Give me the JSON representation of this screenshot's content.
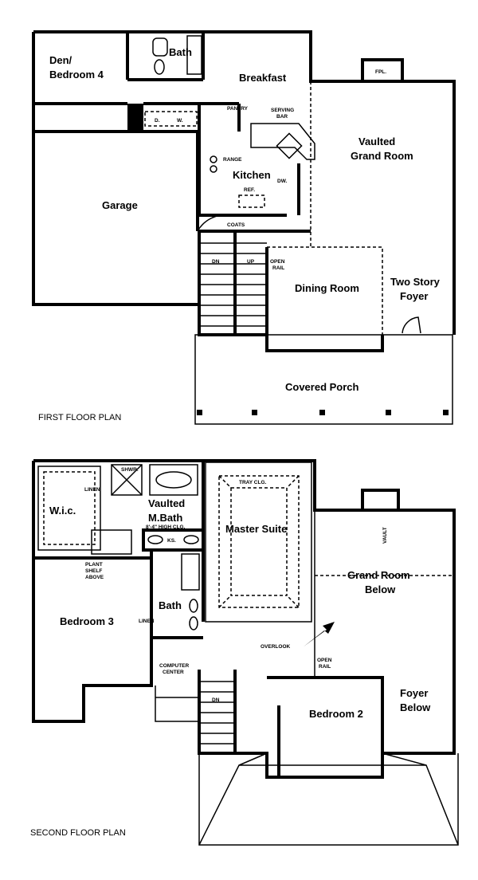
{
  "first_floor": {
    "title": "FIRST FLOOR PLAN",
    "rooms": {
      "den_line1": "Den/",
      "den_line2": "Bedroom 4",
      "bath": "Bath",
      "breakfast": "Breakfast",
      "grand_line1": "Vaulted",
      "grand_line2": "Grand Room",
      "kitchen": "Kitchen",
      "garage": "Garage",
      "dining": "Dining Room",
      "foyer_line1": "Two Story",
      "foyer_line2": "Foyer",
      "porch": "Covered Porch"
    },
    "notes": {
      "fireplace": "FPL.",
      "pantry": "PANTRY",
      "serving_line1": "SERVING",
      "serving_line2": "BAR",
      "range": "RANGE",
      "dw": "DW.",
      "ref": "REF.",
      "coats": "COATS",
      "dryer": "D.",
      "washer": "W.",
      "open_rail_line1": "OPEN",
      "open_rail_line2": "RAIL",
      "stair_dn": "DN",
      "stair_up": "UP"
    }
  },
  "second_floor": {
    "title": "SECOND FLOOR PLAN",
    "rooms": {
      "wic": "W.i.c.",
      "mbath_line1": "Vaulted",
      "mbath_line2": "M.Bath",
      "master": "Master Suite",
      "grand_line1": "Grand Room",
      "grand_line2": "Below",
      "bedroom3": "Bedroom 3",
      "bath": "Bath",
      "foyer_line1": "Foyer",
      "foyer_line2": "Below",
      "bedroom2": "Bedroom 2"
    },
    "notes": {
      "shwr": "SHWR.",
      "linen1": "LINEN",
      "linen2": "LINEN",
      "high_clg": "8'-4\" HIGH CLG.",
      "ks": "KS.",
      "plant_line1": "PLANT",
      "plant_line2": "SHELF",
      "plant_line3": "ABOVE",
      "tray": "TRAY CLG.",
      "vault": "VAULT",
      "overlook": "OVERLOOK",
      "open_rail_line1": "OPEN",
      "open_rail_line2": "RAIL",
      "computer_line1": "COMPUTER",
      "computer_line2": "CENTER",
      "stair_dn": "DN"
    }
  }
}
